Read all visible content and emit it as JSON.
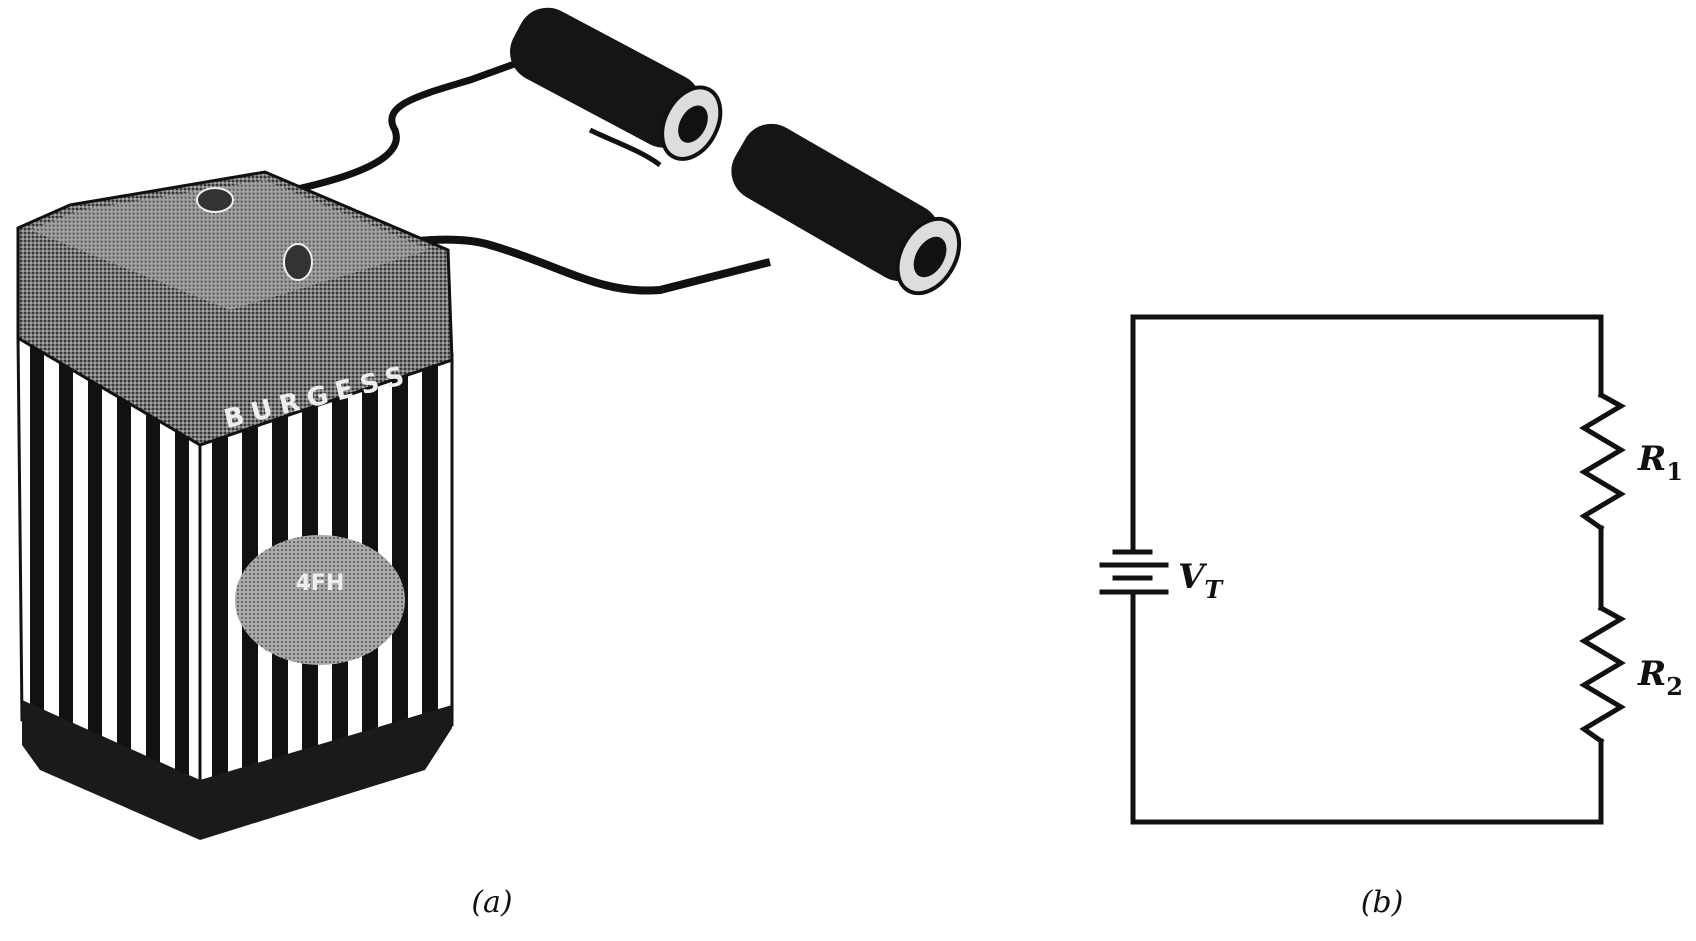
{
  "figure": {
    "panel_a": {
      "caption": "(a)",
      "battery_brand": "BURGESS",
      "battery_model": "4FH"
    },
    "panel_b": {
      "caption": "(b)",
      "source_label": "V",
      "source_subscript": "T",
      "resistor_1_label": "R",
      "resistor_1_subscript": "1",
      "resistor_2_label": "R",
      "resistor_2_subscript": "2"
    }
  }
}
